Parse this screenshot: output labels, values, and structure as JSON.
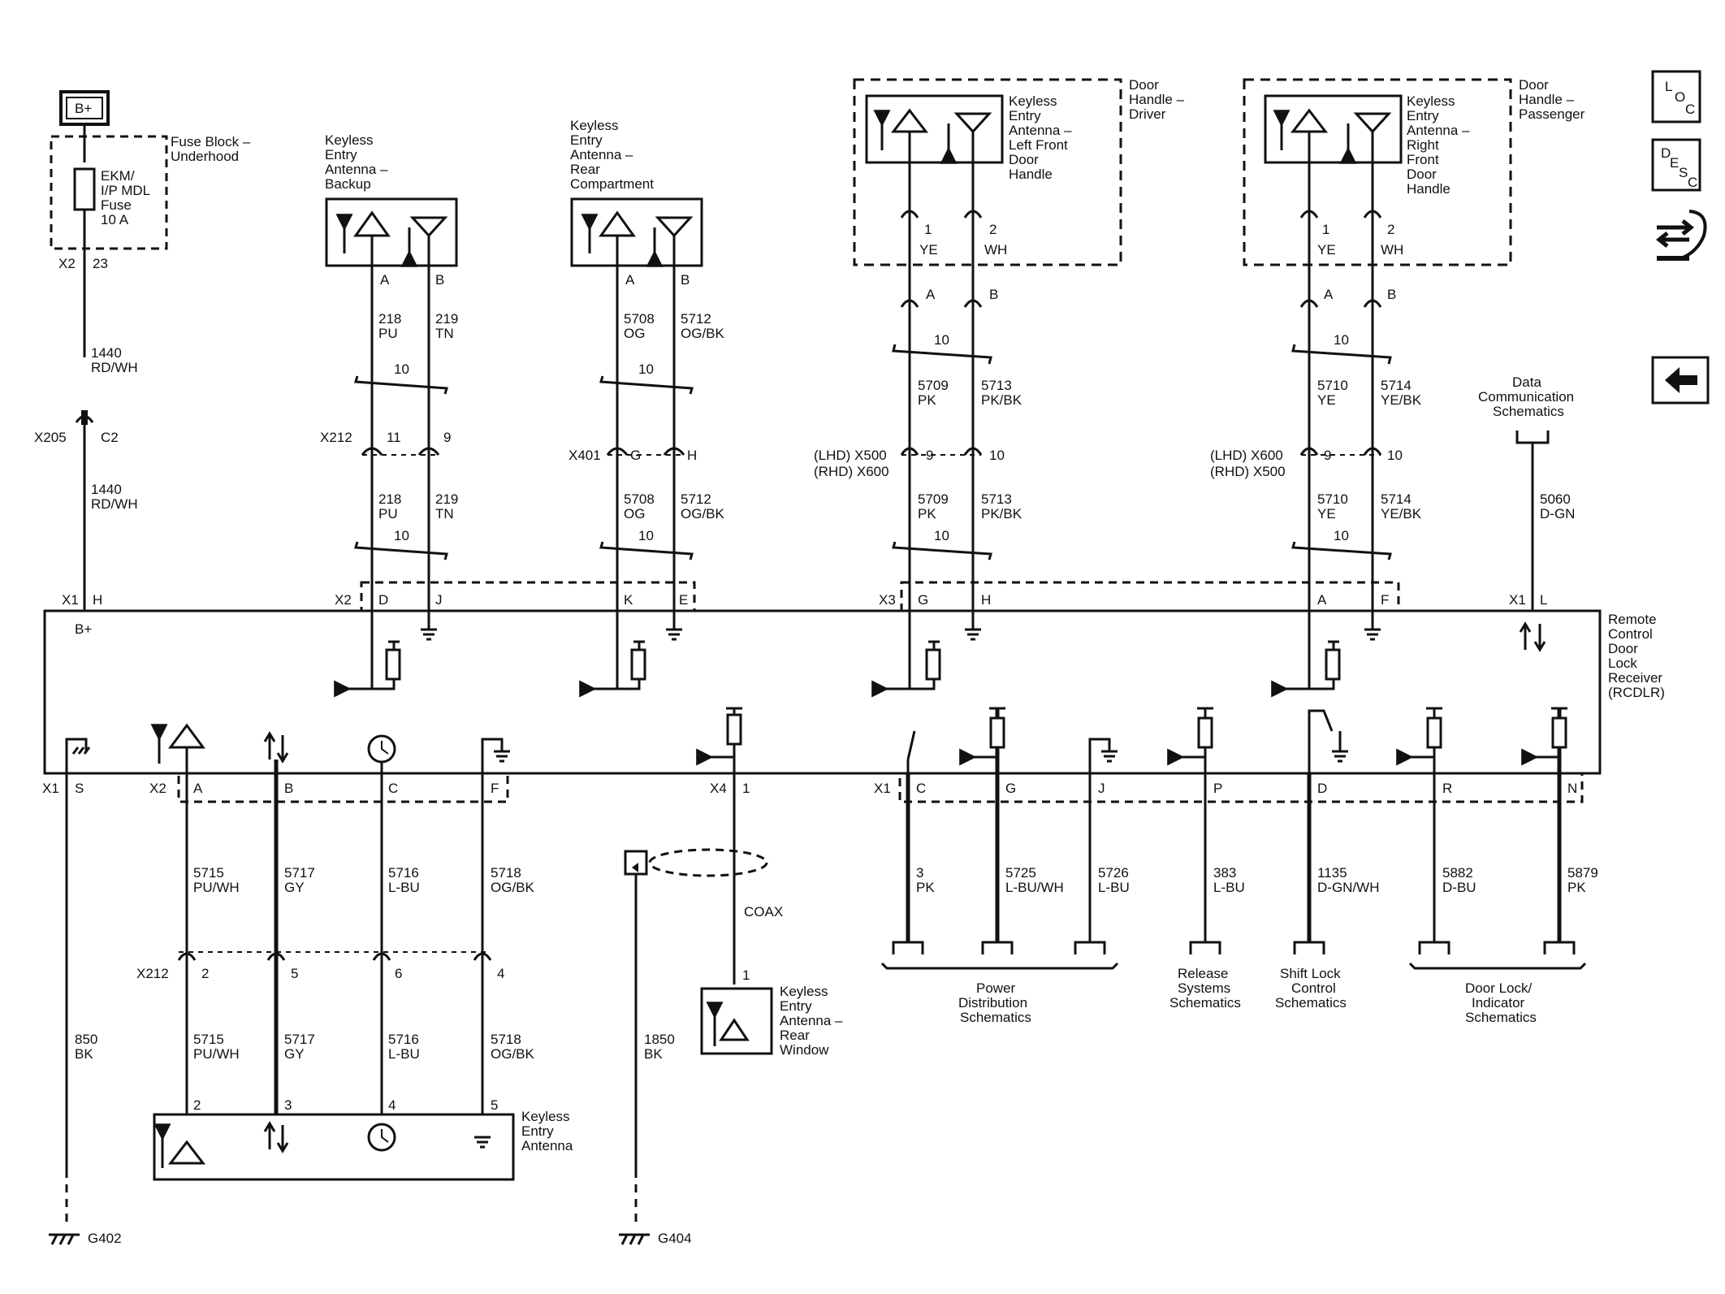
{
  "side_buttons": {
    "loc": [
      "L",
      "O",
      "C"
    ],
    "desc": [
      "D",
      "E",
      "S",
      "C"
    ]
  },
  "battery": {
    "label": "B+"
  },
  "fuse_block": {
    "title": [
      "Fuse Block –",
      "Underhood"
    ],
    "fuse": [
      "EKM/",
      "I/P MDL",
      "Fuse",
      "10 A"
    ],
    "connector": "X2",
    "pin": "23"
  },
  "b_feed": {
    "wire_upper": [
      "1440",
      "RD/WH"
    ],
    "inline_connector": "X205",
    "inline_pin": "C2",
    "wire_lower": [
      "1440",
      "RD/WH"
    ],
    "module_connector": "X1",
    "module_pin": "H",
    "module_pin_label": "B+"
  },
  "antenna_backup": {
    "title": [
      "Keyless",
      "Entry",
      "Antenna –",
      "Backup"
    ],
    "pins": [
      "A",
      "B"
    ],
    "wire_upper": [
      [
        "218",
        "PU"
      ],
      [
        "219",
        "TN"
      ]
    ],
    "twist": "10",
    "inline_connector": "X212",
    "inline_pins": [
      "11",
      "9"
    ],
    "wire_lower": [
      [
        "218",
        "PU"
      ],
      [
        "219",
        "TN"
      ]
    ],
    "twist_lower": "10",
    "module_connector": "X2",
    "module_pins": [
      "D",
      "J"
    ]
  },
  "antenna_rear_compartment": {
    "title": [
      "Keyless",
      "Entry",
      "Antenna –",
      "Rear",
      "Compartment"
    ],
    "pins": [
      "A",
      "B"
    ],
    "wire_upper": [
      [
        "5708",
        "OG"
      ],
      [
        "5712",
        "OG/BK"
      ]
    ],
    "twist": "10",
    "inline_connector": "X401",
    "inline_pins": [
      "G",
      "H"
    ],
    "wire_lower": [
      [
        "5708",
        "OG"
      ],
      [
        "5712",
        "OG/BK"
      ]
    ],
    "twist_lower": "10",
    "module_pins": [
      "K",
      "E"
    ]
  },
  "door_handle_driver": {
    "box_title": [
      "Door",
      "Handle –",
      "Driver"
    ],
    "title": [
      "Keyless",
      "Entry",
      "Antenna –",
      "Left Front",
      "Door",
      "Handle"
    ],
    "pins": [
      "1",
      "2"
    ],
    "colors": [
      "YE",
      "WH"
    ],
    "mid_pins": [
      "A",
      "B"
    ],
    "twist": "10",
    "wire_upper": [
      [
        "5709",
        "PK"
      ],
      [
        "5713",
        "PK/BK"
      ]
    ],
    "inline_connector": [
      "(LHD) X500",
      "(RHD) X600"
    ],
    "inline_pins": [
      "9",
      "10"
    ],
    "wire_lower": [
      [
        "5709",
        "PK"
      ],
      [
        "5713",
        "PK/BK"
      ]
    ],
    "twist_lower": "10",
    "module_connector": "X3",
    "module_pins": [
      "G",
      "H"
    ]
  },
  "door_handle_passenger": {
    "box_title": [
      "Door",
      "Handle –",
      "Passenger"
    ],
    "title": [
      "Keyless",
      "Entry",
      "Antenna –",
      "Right",
      "Front",
      "Door",
      "Handle"
    ],
    "pins": [
      "1",
      "2"
    ],
    "colors": [
      "YE",
      "WH"
    ],
    "mid_pins": [
      "A",
      "B"
    ],
    "twist": "10",
    "wire_upper": [
      [
        "5710",
        "YE"
      ],
      [
        "5714",
        "YE/BK"
      ]
    ],
    "inline_connector": [
      "(LHD) X600",
      "(RHD) X500"
    ],
    "inline_pins": [
      "9",
      "10"
    ],
    "wire_lower": [
      [
        "5710",
        "YE"
      ],
      [
        "5714",
        "YE/BK"
      ]
    ],
    "twist_lower": "10",
    "module_pins": [
      "A",
      "F"
    ]
  },
  "data_comm": {
    "title": [
      "Data",
      "Communication",
      "Schematics"
    ],
    "wire": [
      "5060",
      "D-GN"
    ],
    "module_connector": "X1",
    "module_pin": "L"
  },
  "module": {
    "title": [
      "Remote",
      "Control",
      "Door",
      "Lock",
      "Receiver",
      "(RCDLR)"
    ]
  },
  "bottom_left": {
    "x1": "X1",
    "x1_pin": "S",
    "x2": "X2",
    "x2_pins": [
      "A",
      "B",
      "C",
      "F"
    ],
    "ground_wire": [
      "850",
      "BK"
    ],
    "ground": "G402",
    "wires": [
      [
        "5715",
        "PU/WH"
      ],
      [
        "5717",
        "GY"
      ],
      [
        "5716",
        "L-BU"
      ],
      [
        "5718",
        "OG/BK"
      ]
    ],
    "inline_connector": "X212",
    "inline_pins": [
      "2",
      "5",
      "6",
      "4"
    ],
    "wires_lower": [
      [
        "5715",
        "PU/WH"
      ],
      [
        "5717",
        "GY"
      ],
      [
        "5716",
        "L-BU"
      ],
      [
        "5718",
        "OG/BK"
      ]
    ],
    "antenna_pins": [
      "2",
      "3",
      "4",
      "5"
    ],
    "antenna_title": [
      "Keyless",
      "Entry",
      "Antenna"
    ]
  },
  "rear_window": {
    "connector": "X4",
    "pin": "1",
    "coax": "COAX",
    "antenna_pin": "1",
    "title": [
      "Keyless",
      "Entry",
      "Antenna –",
      "Rear",
      "Window"
    ],
    "ground_wire": [
      "1850",
      "BK"
    ],
    "ground": "G404"
  },
  "x1_bottom": {
    "connector": "X1",
    "pins": [
      "C",
      "G",
      "J",
      "P",
      "D",
      "R",
      "N"
    ],
    "wires": [
      [
        "3",
        "PK"
      ],
      [
        "5725",
        "L-BU/WH"
      ],
      [
        "5726",
        "L-BU"
      ],
      [
        "383",
        "L-BU"
      ],
      [
        "1135",
        "D-GN/WH"
      ],
      [
        "5882",
        "D-BU"
      ],
      [
        "5879",
        "PK"
      ]
    ],
    "power_dist": [
      "Power",
      "Distribution",
      "Schematics"
    ],
    "release": [
      "Release",
      "Systems",
      "Schematics"
    ],
    "shift_lock": [
      "Shift Lock",
      "Control",
      "Schematics"
    ],
    "door_lock": [
      "Door Lock/",
      "Indicator",
      "Schematics"
    ]
  }
}
